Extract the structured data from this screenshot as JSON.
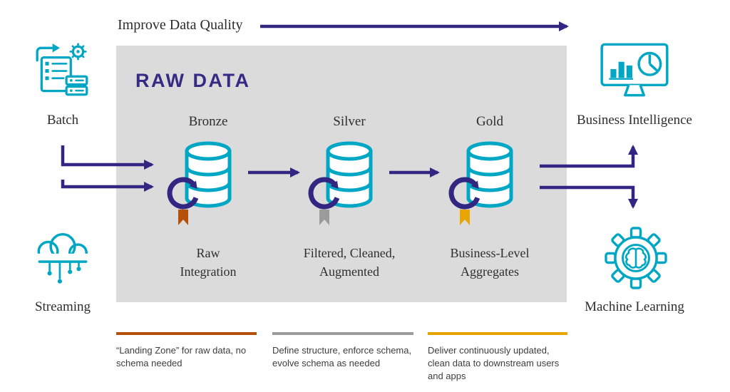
{
  "colors": {
    "teal": "#00a7c4",
    "navy": "#312782",
    "box_bg": "#dbdbdb",
    "bronze": "#b5500a",
    "silver": "#9b9b9b",
    "gold": "#e8a400"
  },
  "header": {
    "improve_label": "Improve Data Quality"
  },
  "box": {
    "title": "RAW DATA"
  },
  "inputs": [
    {
      "label": "Batch",
      "icon": "batch-servers-icon"
    },
    {
      "label": "Streaming",
      "icon": "streaming-cloud-icon"
    }
  ],
  "outputs": [
    {
      "label": "Business Intelligence",
      "icon": "bi-dashboard-icon"
    },
    {
      "label": "Machine Learning",
      "icon": "ml-gear-brain-icon"
    }
  ],
  "stages": [
    {
      "name": "Bronze",
      "description": "Raw Integration",
      "color": "#b5500a",
      "footnote": "“Landing Zone” for raw data, no schema needed"
    },
    {
      "name": "Silver",
      "description": "Filtered, Cleaned, Augmented",
      "color": "#9b9b9b",
      "footnote": "Define structure, enforce schema, evolve schema as needed"
    },
    {
      "name": "Gold",
      "description": "Business-Level Aggregates",
      "color": "#e8a400",
      "footnote": "Deliver continuously updated, clean data to downstream users and apps"
    }
  ]
}
